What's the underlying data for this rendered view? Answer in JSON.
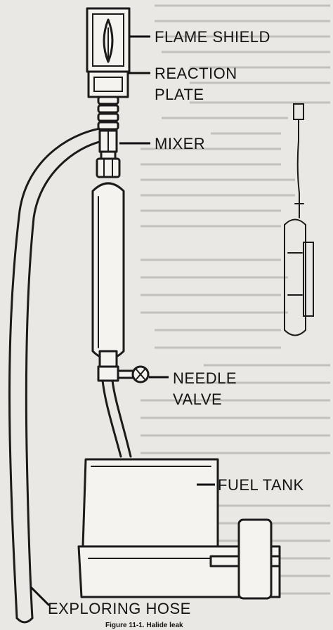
{
  "figure": {
    "labels": {
      "flame_shield": "FLAME SHIELD",
      "reaction_plate_line1": "REACTION",
      "reaction_plate_line2": "PLATE",
      "mixer": "MIXER",
      "needle_valve_line1": "NEEDLE",
      "needle_valve_line2": "VALVE",
      "fuel_tank": "FUEL TANK",
      "exploring_hose": "EXPLORING HOSE"
    },
    "caption": "Figure 11-1. Halide leak"
  }
}
